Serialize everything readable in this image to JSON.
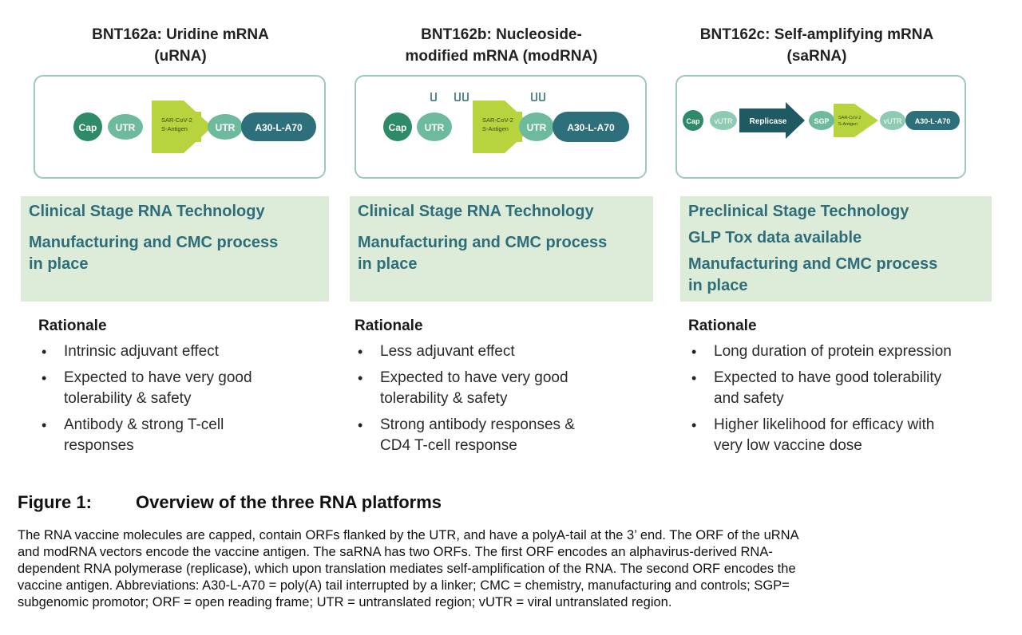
{
  "columns": [
    {
      "title_line1": "BNT162a: Uridine mRNA",
      "title_line2": "(uRNA)",
      "diagram": {
        "cap": "Cap",
        "utr1": "UTR",
        "antigen1": "SAR-CoV-2",
        "antigen2": "S-Antigen",
        "utr2": "UTR",
        "tail": "A30-L-A70"
      },
      "tech_lines": [
        "Clinical Stage RNA Technology",
        "",
        "Manufacturing and CMC process",
        "in place"
      ],
      "rationale_title": "Rationale",
      "bullets": [
        [
          "Intrinsic adjuvant effect"
        ],
        [
          "Expected to have very good",
          "tolerability & safety"
        ],
        [
          "Antibody & strong T-cell",
          "responses"
        ]
      ]
    },
    {
      "title_line1": "BNT162b: Nucleoside-",
      "title_line2": "modified mRNA (modRNA)",
      "diagram": {
        "cap": "Cap",
        "utr1": "UTR",
        "antigen1": "SAR-CoV-2",
        "antigen2": "S-Antigen",
        "utr2": "UTR",
        "tail": "A30-L-A70"
      },
      "tech_lines": [
        "Clinical Stage RNA Technology",
        "",
        "Manufacturing and CMC process",
        "in place"
      ],
      "rationale_title": "Rationale",
      "bullets": [
        [
          "Less adjuvant effect"
        ],
        [
          "Expected to have very good",
          "tolerability & safety"
        ],
        [
          "Strong antibody responses &",
          "CD4 T-cell response"
        ]
      ]
    },
    {
      "title_line1": "BNT162c: Self-amplifying mRNA",
      "title_line2": "(saRNA)",
      "diagram": {
        "cap": "Cap",
        "vutr1": "vUTR",
        "replicase": "Replicase",
        "sgp": "SGP",
        "antigen1": "SAR-CoV-2",
        "antigen2": "S-Antigen",
        "vutr2": "vUTR",
        "tail": "A30-L-A70"
      },
      "tech_lines": [
        "Preclinical Stage Technology",
        "GLP Tox data available",
        "Manufacturing and CMC process",
        "in place"
      ],
      "rationale_title": "Rationale",
      "bullets": [
        [
          "Long duration of protein expression"
        ],
        [
          "Expected to have good tolerability",
          "and safety"
        ],
        [
          "Higher likelihood for efficacy with",
          "very low vaccine  dose"
        ]
      ]
    }
  ],
  "figure": {
    "label": "Figure 1:",
    "title": "Overview of the three RNA platforms",
    "caption": [
      "The RNA vaccine molecules are capped, contain ORFs flanked by the UTR, and have a polyA-tail at the 3’ end. The ORF of the uRNA",
      "and modRNA vectors encode the vaccine antigen. The saRNA has two ORFs. The first ORF encodes an alphavirus-derived RNA-",
      "dependent RNA polymerase (replicase), which upon translation mediates self-amplification of the RNA. The second ORF encodes the",
      "vaccine antigen. Abbreviations: A30-L-A70 = poly(A) tail interrupted by a linker; CMC = chemistry, manufacturing and controls; SGP=",
      "subgenomic promotor; ORF = open reading frame; UTR = untranslated region; vUTR = viral untranslated region."
    ]
  },
  "colors": {
    "cap": "#2f8a6a",
    "utr": "#6dbb9c",
    "antigen": "#b7d43e",
    "tail": "#2d6f7a",
    "replicase": "#1f5a63",
    "box_border": "#9cc9b8",
    "tech_bg": "#dcecd8",
    "tech_text": "#2e6d7a"
  }
}
